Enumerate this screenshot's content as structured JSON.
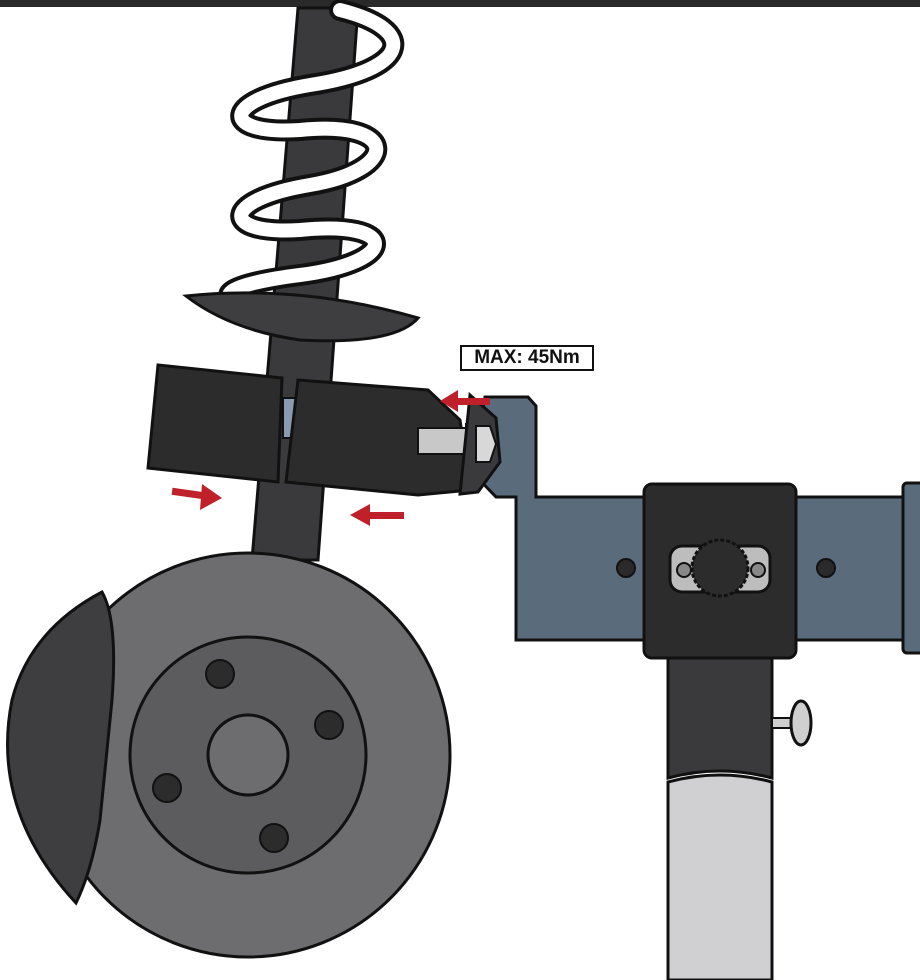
{
  "torque_label": "MAX: 45Nm",
  "colors": {
    "strut": "#3a3a3c",
    "clamp_block": "#2c2c2c",
    "bracket": "#5a6b7b",
    "disc": "#6d6d6f",
    "hub": "#5c5c5e",
    "caliper": "#3e3e40",
    "stand_pole": "#d0d0d2",
    "arrow": "#c0202a",
    "bolt": "#c8c8c8"
  },
  "icons": [
    "coil-spring",
    "spring-seat",
    "strut-rod",
    "clamp-jaw-left",
    "clamp-jaw-right",
    "clamp-bolt",
    "mounting-bracket",
    "bracket-collar",
    "adjustment-knob",
    "stand-pole",
    "locking-pin",
    "brake-disc",
    "brake-caliper",
    "force-arrow"
  ]
}
